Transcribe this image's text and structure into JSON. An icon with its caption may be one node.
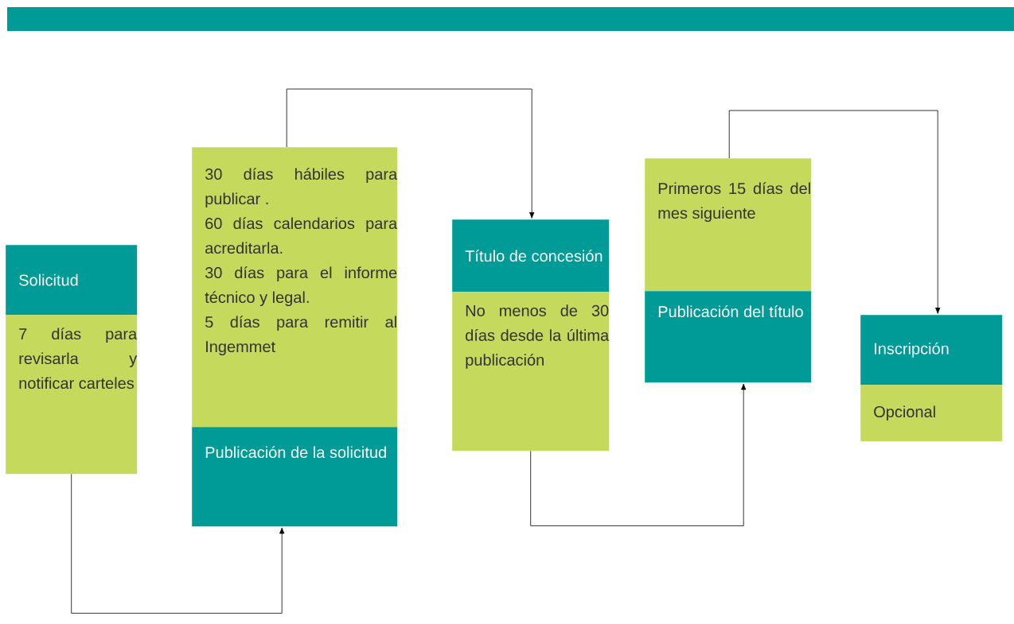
{
  "diagram": {
    "nodes": [
      {
        "text": [
          "Solicitud"
        ]
      },
      {
        "text": [
          "7 días para revisarla y notificar carteles"
        ]
      },
      {
        "text": [
          "30 días hábiles para publicar .",
          "60 días calendarios para acreditarla.",
          "30 días para el informe técnico y legal.",
          "5 días para remitir al Ingemmet"
        ]
      },
      {
        "text": [
          "Publicación de la solicitud"
        ]
      },
      {
        "text": [
          "Título de concesión"
        ]
      },
      {
        "text": [
          "No menos de 30 días desde la última publicación"
        ]
      },
      {
        "text": [
          "Primeros 15 días del mes siguiente"
        ]
      },
      {
        "text": [
          "Publicación del título"
        ]
      },
      {
        "text": [
          "Inscripción"
        ]
      },
      {
        "text": [
          "Opcional"
        ]
      }
    ],
    "edges": [
      {
        "from": 1,
        "to": 3,
        "arrow": "to"
      },
      {
        "from": 2,
        "to": 4,
        "arrow": "to"
      },
      {
        "from": 5,
        "to": 7,
        "arrow": "to"
      },
      {
        "from": 6,
        "to": 8,
        "arrow": "to"
      }
    ]
  }
}
